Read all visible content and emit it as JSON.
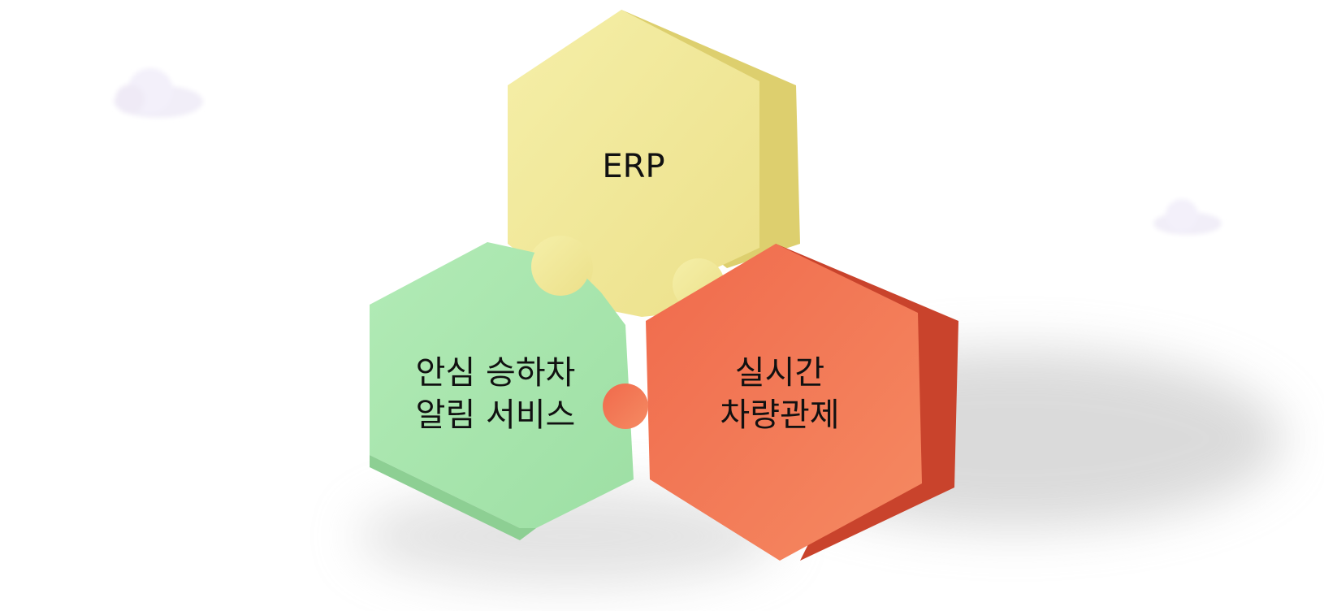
{
  "pieces": [
    {
      "id": "erp",
      "label": "ERP",
      "color": "#f2ea9a"
    },
    {
      "id": "safety",
      "label_line1": "안심 승하차",
      "label_line2": "알림 서비스",
      "color": "#a9e6ae"
    },
    {
      "id": "realtime",
      "label_line1": "실시간",
      "label_line2": "차량관제",
      "color": "#f47a5a"
    }
  ]
}
